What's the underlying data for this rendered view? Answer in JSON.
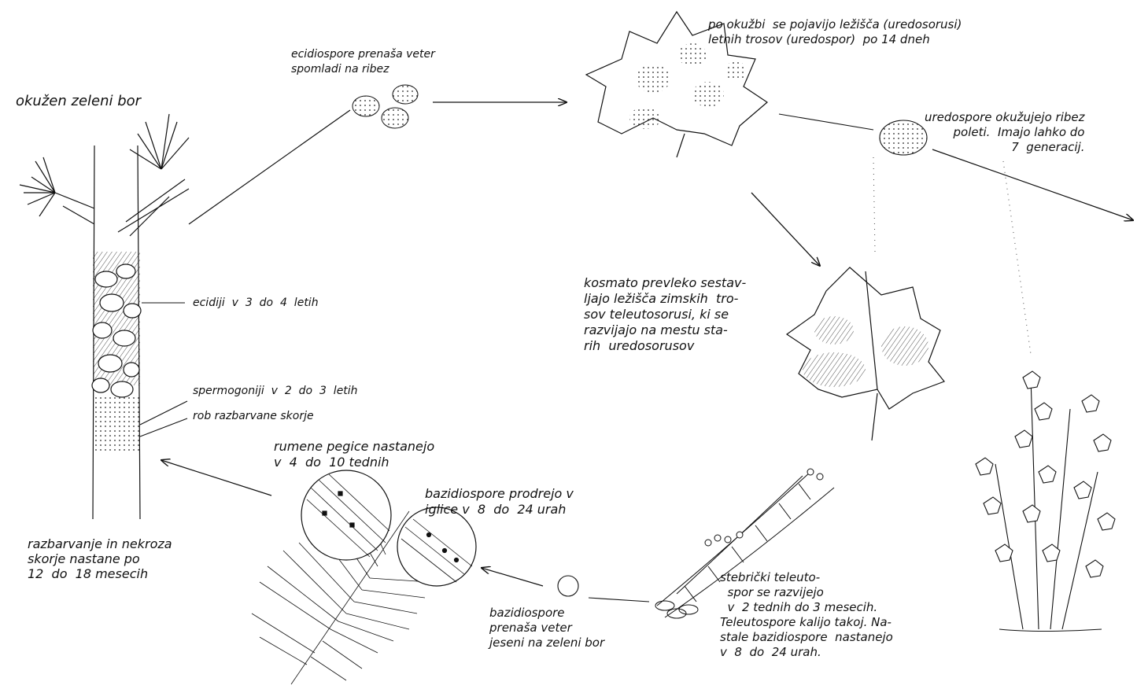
{
  "labels": {
    "infected_pine": "okužen zeleni bor",
    "aeciospores_wind": "ecidiospore prenaša veter\nspomladi na ribez",
    "uredosori_appear": "po okužbi  se pojavijo ležišča (uredosorusi)\nletnih trosov (uredospor)  po 14 dneh",
    "uredospores_infect": "uredospore okužujejo ribez\npoleti.  Imajo lahko do\n7  generacij.",
    "teleutosori_coating": "kosmato prevleko sestav-\nljajo ležišča zimskih  tro-\nsov teleutosorusi, ki se\nrazvijajo na mestu sta-\nrih  uredosorusov",
    "aecidia": "ecidiji  v  3  do  4  letih",
    "spermogonia": "spermogoniji  v  2  do  3  letih",
    "bark_edge": "rob razbarvane skorje",
    "yellow_spots": "rumene pegice nastanejo\nv  4  do  10 tednih",
    "basidiospores_penetrate": "bazidiospore prodrejo v\niglice v  8  do  24 urah",
    "bark_necrosis": "razbarvanje in nekroza\nskorje nastane po\n12  do  18 mesecih",
    "basidiospores_wind": "bazidiospore\nprenaša veter\njeseni na zeleni bor",
    "teleuto_columns": "stebrički teleuto-\n  spor se razvijejo\n  v  2 tednih do 3 mesecih.\nTeleutospore kalijo takoj. Na-\nstale bazidiospore  nastanejo\nv  8  do  24 urah."
  }
}
